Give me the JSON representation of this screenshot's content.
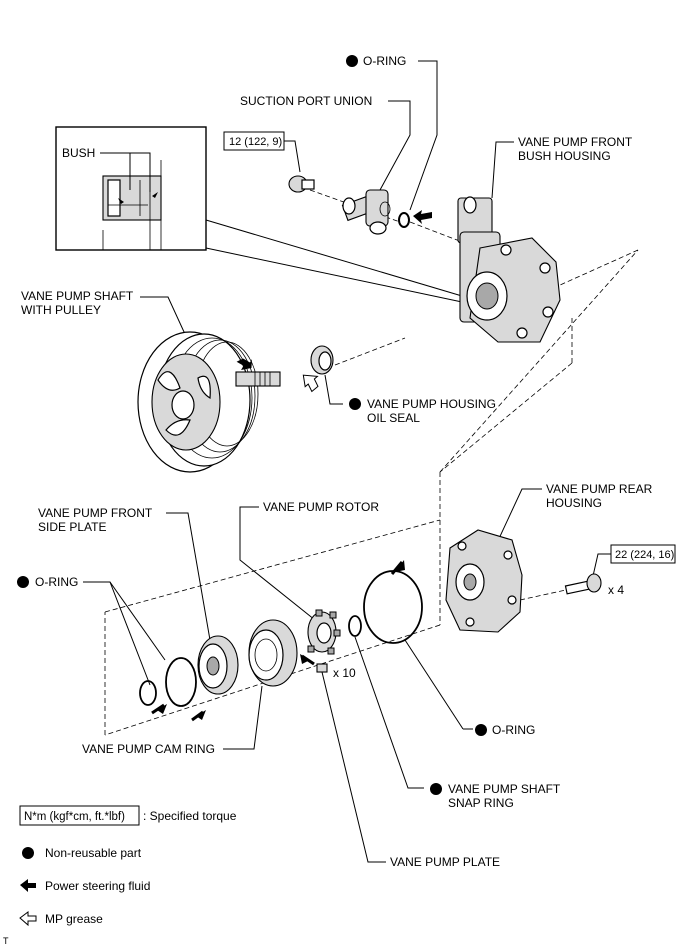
{
  "labels": {
    "o_ring_top": "O-RING",
    "suction_port_union": "SUCTION PORT UNION",
    "bush": "BUSH",
    "front_bush_housing_1": "VANE PUMP FRONT",
    "front_bush_housing_2": "BUSH HOUSING",
    "shaft_with_pulley_1": "VANE PUMP SHAFT",
    "shaft_with_pulley_2": "WITH PULLEY",
    "housing_oil_seal_1": "VANE PUMP HOUSING",
    "housing_oil_seal_2": "OIL SEAL",
    "rear_housing_1": "VANE PUMP REAR",
    "rear_housing_2": "HOUSING",
    "front_side_plate_1": "VANE PUMP FRONT",
    "front_side_plate_2": "SIDE PLATE",
    "rotor": "VANE PUMP ROTOR",
    "o_ring_left": "O-RING",
    "x4": "x 4",
    "x10": "x 10",
    "cam_ring": "VANE PUMP CAM RING",
    "o_ring_right": "O-RING",
    "snap_ring_1": "VANE PUMP SHAFT",
    "snap_ring_2": "SNAP RING",
    "plate": "VANE PUMP PLATE"
  },
  "torque": {
    "union_bolt": "12 (122, 9)",
    "rear_housing_bolt": "22 (224, 16)"
  },
  "legend": {
    "torque_unit": "N*m (kgf*cm, ft.*lbf)",
    "torque_desc": ": Specified torque",
    "non_reusable": "Non-reusable part",
    "fluid": "Power steering fluid",
    "grease": "MP grease"
  },
  "footer_code": "T"
}
